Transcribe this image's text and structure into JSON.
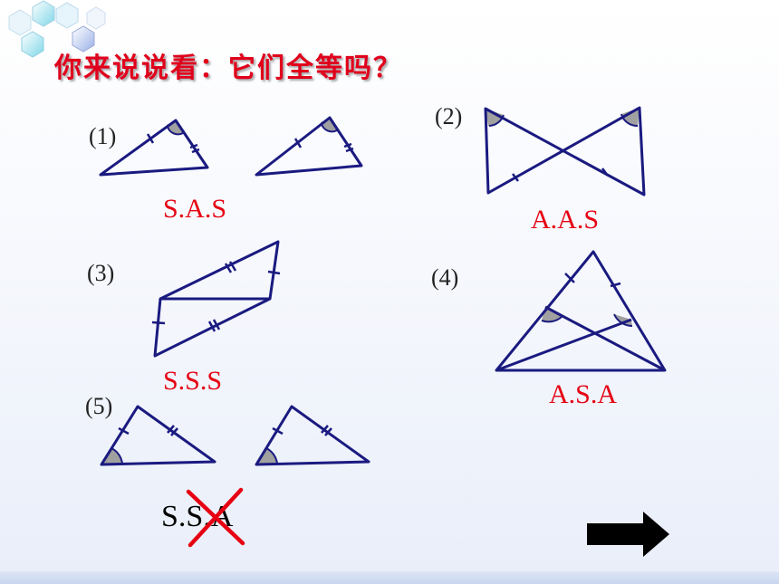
{
  "title": "你来说说看：它们全等吗？",
  "labels": {
    "p1": "(1)",
    "p2": "(2)",
    "p3": "(3)",
    "p4": "(4)",
    "p5": "(5)"
  },
  "answers": {
    "p1": "S.A.S",
    "p2": "A.A.S",
    "p3": "S.S.S",
    "p4": "A.S.A",
    "p5": "S.S.A"
  },
  "colors": {
    "line": "#1a1a80",
    "answer": "#e60012",
    "cross": "#e60012",
    "angle_fill": "#a0a0a0",
    "title": "#e0001b"
  },
  "icons": {
    "next": "right-arrow-icon",
    "decoration": "hexagon-cluster-icon",
    "wrong": "cross-mark-icon"
  }
}
